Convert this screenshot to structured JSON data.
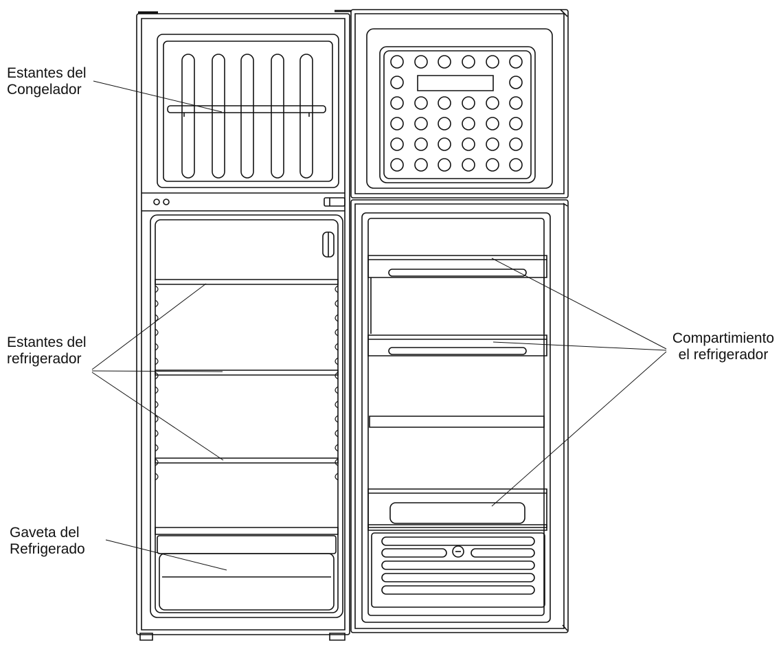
{
  "labels": {
    "freezer_shelves": "Estantes del\nCongelador",
    "fridge_shelves": "Estantes del\nrefrigerador",
    "fridge_drawer": "Gaveta del\nRefrigerado",
    "door_compartment": "Compartimiento\nel refrigerador"
  }
}
